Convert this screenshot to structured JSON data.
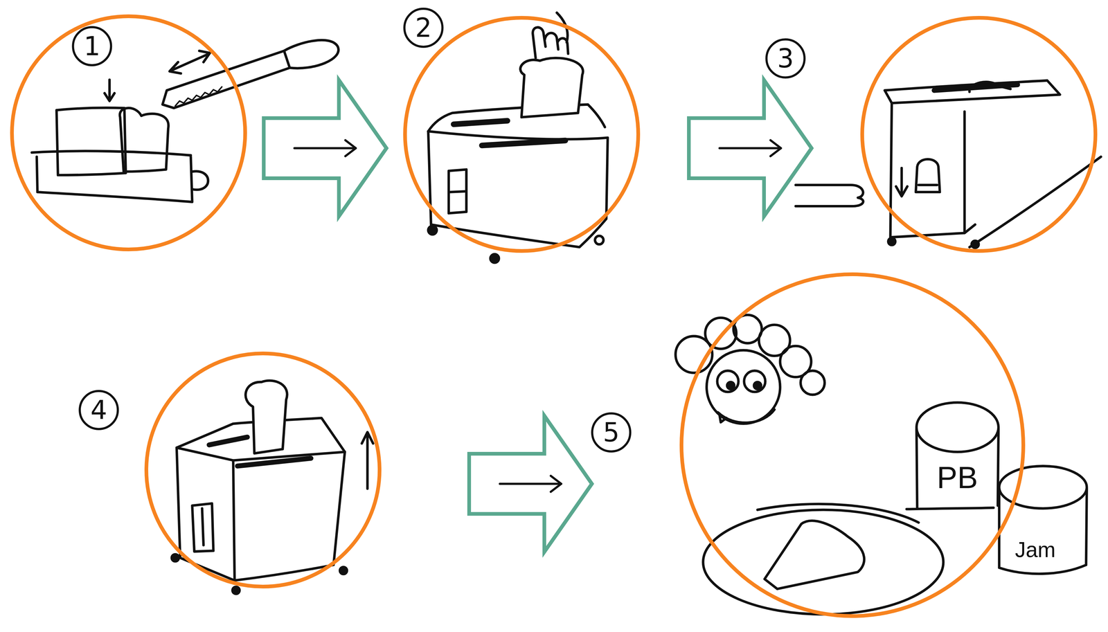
{
  "diagram": {
    "nodes": [
      {
        "text": [
          "1"
        ]
      },
      {
        "text": [
          "2"
        ]
      },
      {
        "text": [
          "3"
        ]
      },
      {
        "text": [
          "4"
        ]
      },
      {
        "text": [
          "5"
        ]
      }
    ],
    "edges": [
      {
        "from": 0,
        "to": 1,
        "arrow": "to"
      },
      {
        "from": 1,
        "to": 2,
        "arrow": "to"
      },
      {
        "from": 3,
        "to": 4,
        "arrow": "to"
      }
    ],
    "labels": [
      "PB",
      "Jam"
    ]
  }
}
